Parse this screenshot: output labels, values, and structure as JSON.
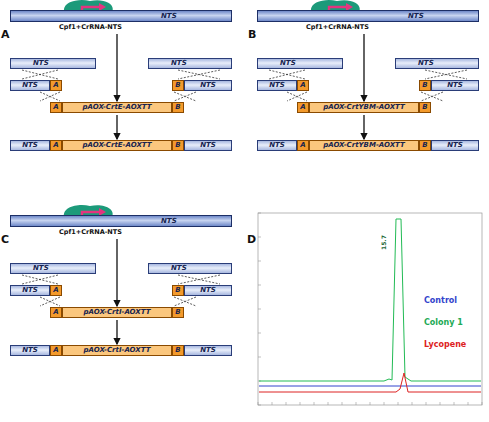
{
  "diagram": {
    "nodes": [
      {
        "text": [
          "NTS",
          "Cpf1+CrRNA-NTS"
        ]
      },
      {
        "text": [
          "NTS"
        ]
      },
      {
        "text": [
          "NTS"
        ]
      },
      {
        "text": [
          "NTS"
        ]
      },
      {
        "text": [
          "A"
        ]
      },
      {
        "text": [
          "B"
        ]
      },
      {
        "text": [
          "NTS"
        ]
      },
      {
        "text": [
          "A"
        ]
      },
      {
        "text": [
          "pAOX-CrtE-AOXTT"
        ]
      },
      {
        "text": [
          "B"
        ]
      },
      {
        "text": [
          "NTS"
        ]
      },
      {
        "text": [
          "A"
        ]
      },
      {
        "text": [
          "pAOX-CrtE-AOXTT"
        ]
      },
      {
        "text": [
          "B"
        ]
      },
      {
        "text": [
          "NTS"
        ]
      },
      {
        "text": [
          "NTS",
          "Cpf1+CrRNA-NTS"
        ]
      },
      {
        "text": [
          "NTS"
        ]
      },
      {
        "text": [
          "NTS"
        ]
      },
      {
        "text": [
          "NTS"
        ]
      },
      {
        "text": [
          "A"
        ]
      },
      {
        "text": [
          "B"
        ]
      },
      {
        "text": [
          "NTS"
        ]
      },
      {
        "text": [
          "A"
        ]
      },
      {
        "text": [
          "pAOX-CrtYBM-AOXTT"
        ]
      },
      {
        "text": [
          "B"
        ]
      },
      {
        "text": [
          "NTS"
        ]
      },
      {
        "text": [
          "A"
        ]
      },
      {
        "text": [
          "pAOX-CrtYBM-AOXTT"
        ]
      },
      {
        "text": [
          "B"
        ]
      },
      {
        "text": [
          "NTS"
        ]
      },
      {
        "text": [
          "NTS",
          "Cpf1+CrRNA-NTS"
        ]
      },
      {
        "text": [
          "NTS"
        ]
      },
      {
        "text": [
          "NTS"
        ]
      },
      {
        "text": [
          "NTS"
        ]
      },
      {
        "text": [
          "A"
        ]
      },
      {
        "text": [
          "B"
        ]
      },
      {
        "text": [
          "NTS"
        ]
      },
      {
        "text": [
          "A"
        ]
      },
      {
        "text": [
          "pAOX-CrtI-AOXTT"
        ]
      },
      {
        "text": [
          "B"
        ]
      },
      {
        "text": [
          "NTS"
        ]
      },
      {
        "text": [
          "A"
        ]
      },
      {
        "text": [
          "pAOX-CrtI-AOXTT"
        ]
      },
      {
        "text": [
          "B"
        ]
      },
      {
        "text": [
          "NTS"
        ]
      }
    ],
    "edges": [
      {
        "from": 0,
        "to": 8,
        "arrow": "to"
      },
      {
        "from": 8,
        "to": 12,
        "arrow": "to"
      },
      {
        "from": 15,
        "to": 23,
        "arrow": "to"
      },
      {
        "from": 23,
        "to": 27,
        "arrow": "to"
      },
      {
        "from": 30,
        "to": 38,
        "arrow": "to"
      },
      {
        "from": 38,
        "to": 42,
        "arrow": "to"
      }
    ],
    "labels": [
      "A",
      "B",
      "C",
      "D",
      "15.7",
      "Control",
      "Colony 1",
      "Lycopene"
    ]
  }
}
